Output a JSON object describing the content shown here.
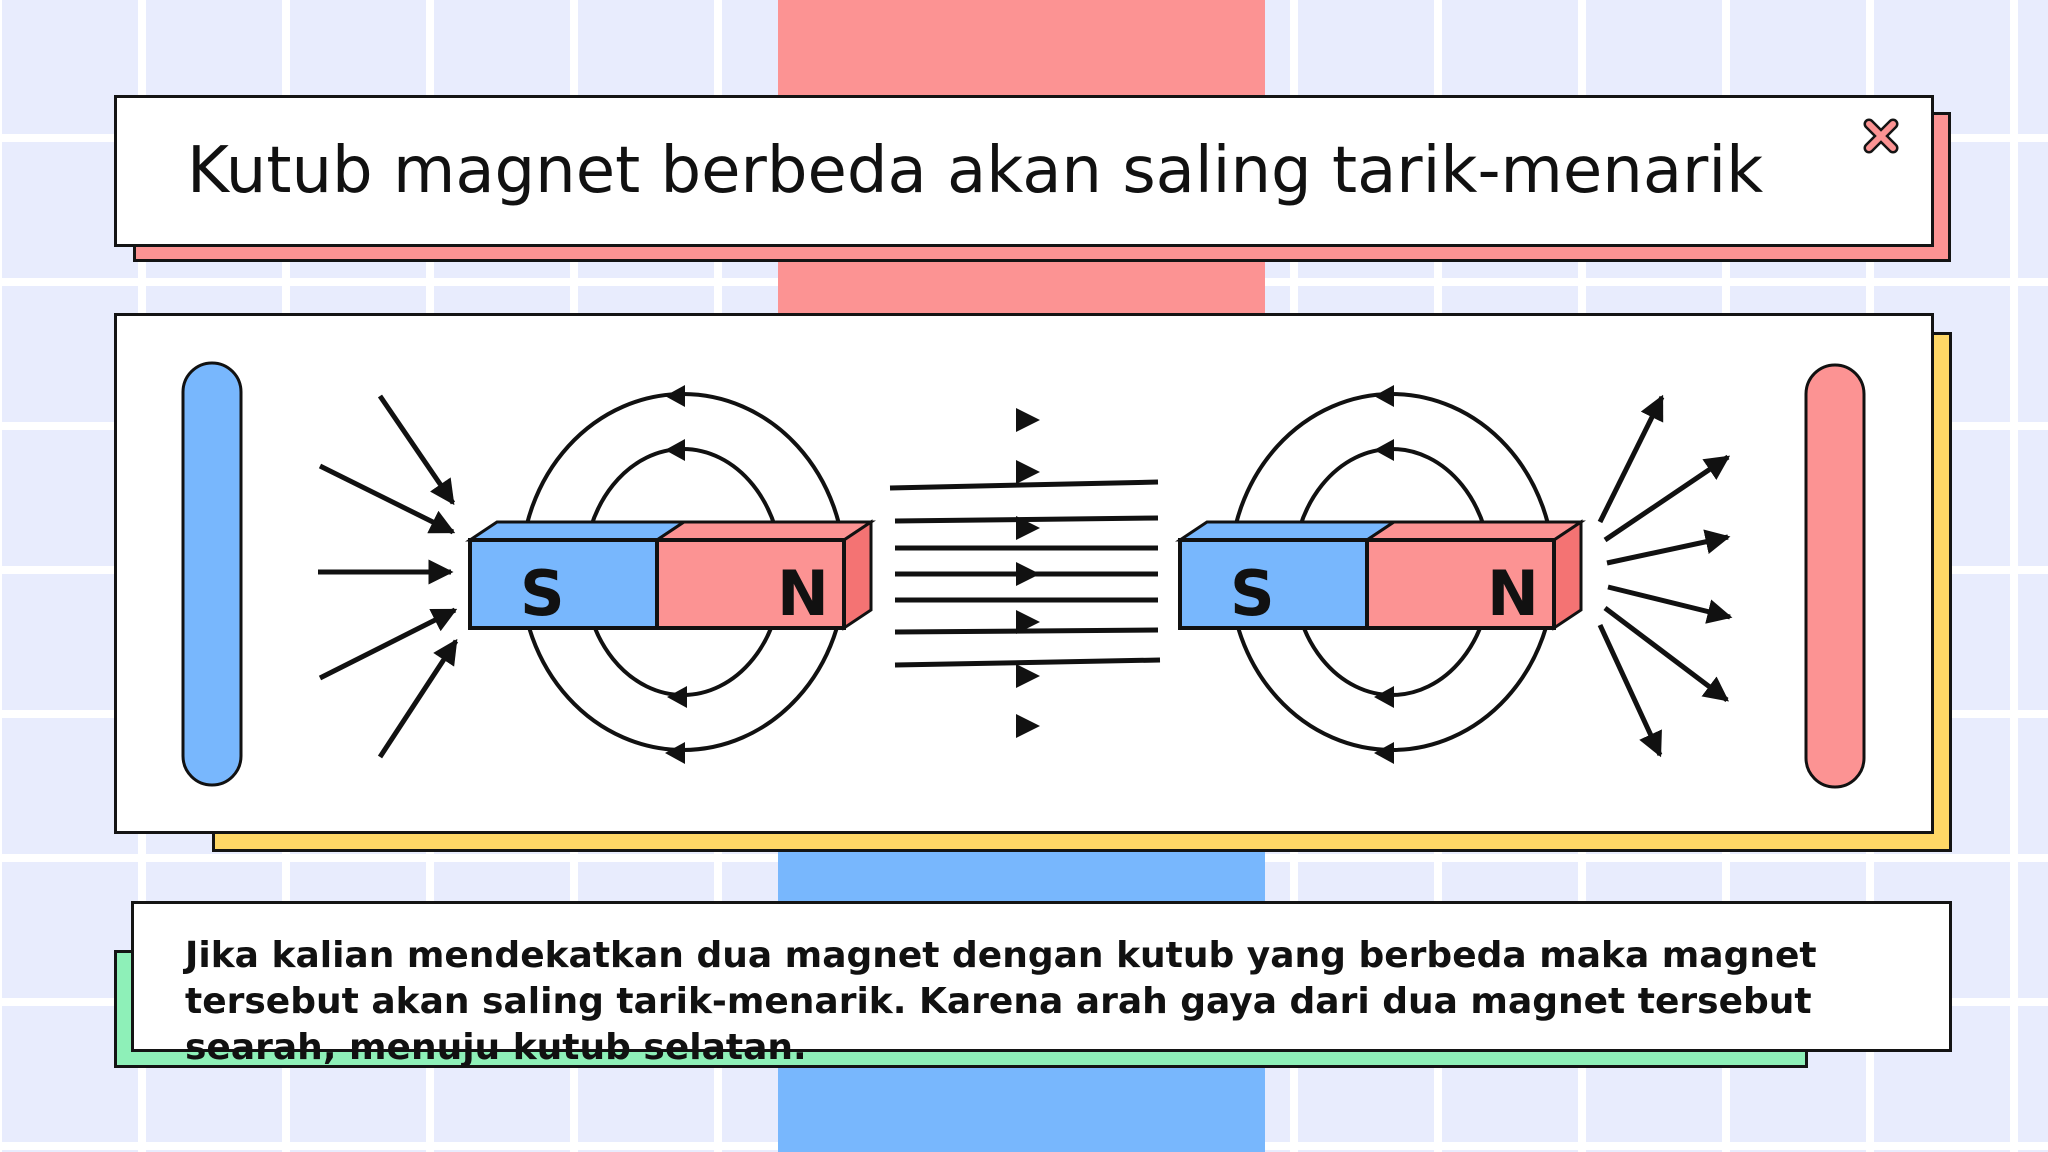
{
  "title": "Kutub magnet berbeda akan saling tarik-menarik",
  "diagram": {
    "magnet_left": {
      "south_label": "S",
      "north_label": "N"
    },
    "magnet_right": {
      "south_label": "S",
      "north_label": "N"
    }
  },
  "body_text": "Jika kalian mendekatkan dua magnet dengan kutub yang berbeda maka magnet tersebut akan saling tarik-menarik. Karena arah gaya dari dua magnet tersebut searah, menuju kutub selatan.",
  "icons": {
    "close": "close-icon"
  },
  "colors": {
    "background": "#e8ecfd",
    "red": "#fc9393",
    "blue": "#78b7fd",
    "yellow": "#ffd766",
    "green": "#8ef0b8"
  }
}
